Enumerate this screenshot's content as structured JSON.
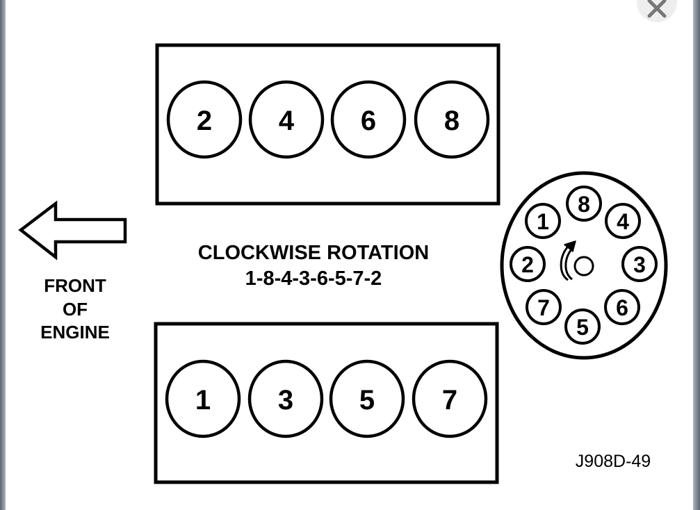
{
  "figure": {
    "title_line1": "CLOCKWISE ROTATION",
    "title_line2": "1-8-4-3-6-5-7-2",
    "front_label_line1": "FRONT",
    "front_label_line2": "OF",
    "front_label_line3": "ENGINE",
    "figure_id": "J908D-49"
  },
  "cylinder_banks": {
    "top": [
      "2",
      "4",
      "6",
      "8"
    ],
    "bottom": [
      "1",
      "3",
      "5",
      "7"
    ]
  },
  "distributor": {
    "terminals": [
      "8",
      "4",
      "3",
      "6",
      "5",
      "7",
      "2",
      "1"
    ]
  },
  "icons": {
    "arrow": "left-arrow-icon",
    "rotation": "curved-arrow-icon",
    "close": "close-icon"
  },
  "colors": {
    "ink": "#000000",
    "background": "#ffffff",
    "close_bg": "#eeeeee",
    "close_x": "#777777"
  }
}
